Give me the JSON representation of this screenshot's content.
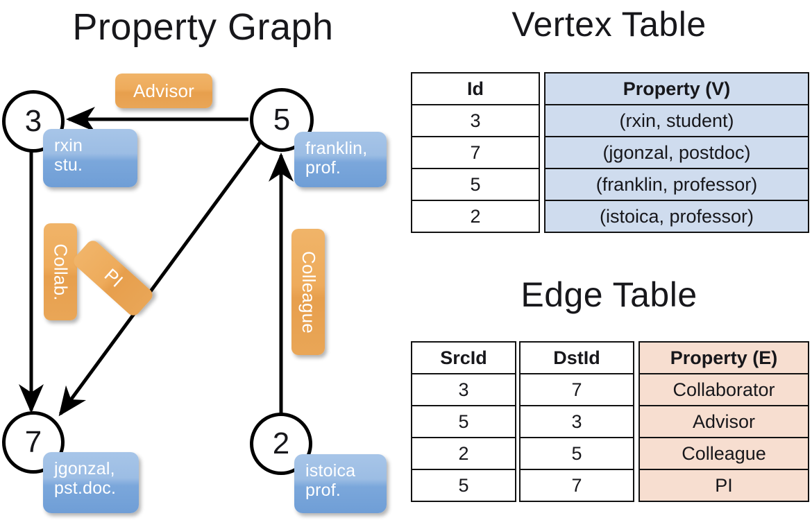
{
  "titles": {
    "property_graph": "Property Graph",
    "vertex_table": "Vertex Table",
    "edge_table": "Edge Table"
  },
  "graph": {
    "nodes": [
      {
        "id": "3",
        "label": "3",
        "property_line1": "rxin",
        "property_line2": "stu."
      },
      {
        "id": "5",
        "label": "5",
        "property_line1": "franklin,",
        "property_line2": "prof."
      },
      {
        "id": "7",
        "label": "7",
        "property_line1": "jgonzal,",
        "property_line2": "pst.doc."
      },
      {
        "id": "2",
        "label": "2",
        "property_line1": "istoica",
        "property_line2": "prof."
      }
    ],
    "edge_labels": [
      {
        "name": "advisor",
        "text": "Advisor",
        "orientation": "horizontal"
      },
      {
        "name": "collab",
        "text": "Collab.",
        "orientation": "vertical"
      },
      {
        "name": "pi",
        "text": "PI",
        "orientation": "diagonal"
      },
      {
        "name": "colleague",
        "text": "Colleague",
        "orientation": "vertical"
      }
    ],
    "edges": [
      {
        "from": "5",
        "to": "3",
        "label": "Advisor"
      },
      {
        "from": "3",
        "to": "7",
        "label": "Collab."
      },
      {
        "from": "5",
        "to": "7",
        "label": "PI"
      },
      {
        "from": "2",
        "to": "5",
        "label": "Colleague"
      }
    ]
  },
  "vertex_table": {
    "headers": [
      "Id",
      "Property (V)"
    ],
    "rows": [
      {
        "id": "3",
        "property": "(rxin, student)"
      },
      {
        "id": "7",
        "property": "(jgonzal, postdoc)"
      },
      {
        "id": "5",
        "property": "(franklin, professor)"
      },
      {
        "id": "2",
        "property": "(istoica, professor)"
      }
    ]
  },
  "edge_table": {
    "headers": [
      "SrcId",
      "DstId",
      "Property (E)"
    ],
    "rows": [
      {
        "src": "3",
        "dst": "7",
        "property": "Collaborator"
      },
      {
        "src": "5",
        "dst": "3",
        "property": "Advisor"
      },
      {
        "src": "2",
        "dst": "5",
        "property": "Colleague"
      },
      {
        "src": "5",
        "dst": "7",
        "property": "PI"
      }
    ]
  },
  "colors": {
    "vertex_header_fill": "#cfdcee",
    "edge_header_fill": "#f7ded0",
    "node_box_blue": "#7ba7db",
    "edge_label_orange": "#e9a657",
    "stroke": "#000000",
    "background": "#ffffff"
  }
}
